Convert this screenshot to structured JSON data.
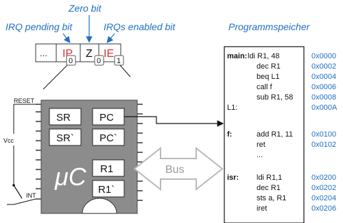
{
  "annotations": {
    "zero_bit": "Zero bit",
    "irq_pending_bit": "IRQ pending bit",
    "irqs_enabled_bit": "IRQs enabled bit",
    "program_memory_title": "Programmspeicher"
  },
  "status_register": {
    "cells": [
      "...",
      "IP",
      "Z",
      "IE"
    ],
    "bit_values": [
      "0",
      "0",
      "1"
    ]
  },
  "chip": {
    "registers": [
      "SR",
      "PC",
      "SR`",
      "PC`",
      "R1",
      "R1`"
    ],
    "name": "μC",
    "pins": {
      "reset": "RESET",
      "int": "INT",
      "vcc": "Vcc"
    }
  },
  "bus_label": "Bus",
  "program": {
    "sections": [
      {
        "label": "main:",
        "lines": [
          {
            "code": "ldi R1, 48",
            "addr": "0x0000"
          },
          {
            "code": "dec R1",
            "addr": "0x0002"
          },
          {
            "code": "beq L1",
            "addr": "0x0004"
          },
          {
            "code": "call f",
            "addr": "0x0006"
          },
          {
            "code": "sub R1, 58",
            "addr": "0x0008"
          },
          {
            "code": "",
            "addr": "0x000A",
            "label": "L1:"
          }
        ]
      },
      {
        "label": "f:",
        "lines": [
          {
            "code": "add R1, 11",
            "addr": "0x0100"
          },
          {
            "code": "ret",
            "addr": "0x0102"
          },
          {
            "code": "...",
            "addr": ""
          }
        ]
      },
      {
        "label": "isr:",
        "lines": [
          {
            "code": "ldi R1,1",
            "addr": "0x0200"
          },
          {
            "code": "dec R1",
            "addr": "0x0202"
          },
          {
            "code": "sts a, R1",
            "addr": "0x0204"
          },
          {
            "code": "iret",
            "addr": "0x0206"
          }
        ]
      }
    ]
  },
  "colors": {
    "annotation": "#1f6fc1",
    "flag_red": "#d03535",
    "chip": "#8c8c8c",
    "bus": "#c8c8c8"
  }
}
